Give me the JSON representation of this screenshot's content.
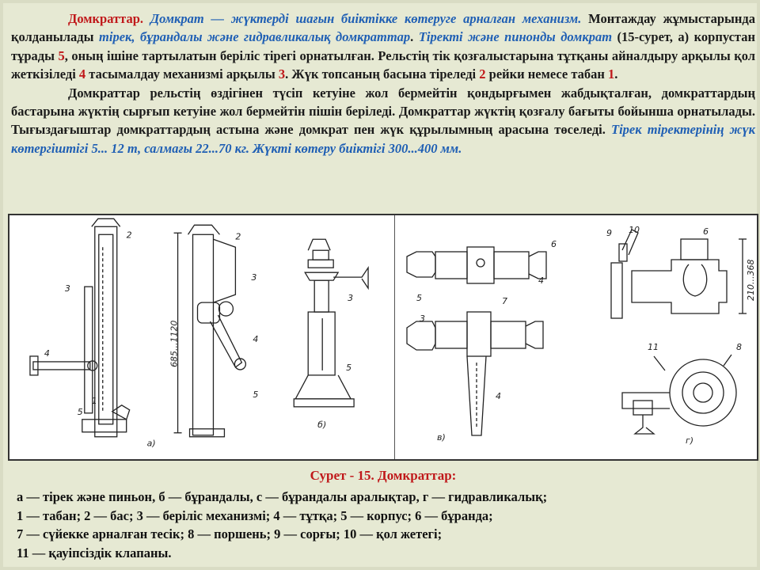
{
  "paragraph1": {
    "title": "Домкраттар.",
    "s1": " Домкрат — жүктерді шағын биіктікке көтеруге арналған механизм.",
    "s2a": " Монтаждау жұмыстарында қолданылады ",
    "s2b": "тірек, бұрандалы және гидравликалық домкраттар",
    "s2c": ". ",
    "s3a": "Тіректі және пинонды домкрат",
    "s3b": " (15-сурет, а) корпустан тұрады ",
    "n5": "5",
    "s3c": ", оның ішіне тартылатын беріліс тірегі орнатылған. Рельстің тік қозғалыстарына тұтқаны айналдыру арқылы қол жеткізіледі ",
    "n4": "4",
    "s3d": " тасымалдау механизмі арқылы ",
    "n3": "3",
    "s3e": ". Жүк топсаның басына тіреледі ",
    "n2": "2",
    "s3f": " рейки немесе табан ",
    "n1": "1",
    "s3g": "."
  },
  "paragraph2": {
    "s1": "Домкраттар рельстің өздігінен түсіп кетуіне жол бермейтін қондырғымен жабдықталған, домкраттардың бастарына жүктің сырғып кетуіне жол бермейтін пішін беріледі. Домкраттар жүктің қозғалу бағыты бойынша орнатылады. Тығыздағыштар домкраттардың астына және домкрат пен жүк құрылымның арасына төселеді. ",
    "s2": "Тірек тіректерінің жүк көтергіштігі 5... 12 т, салмағы 22...70 кг. Жүкті көтеру биіктігі 300...400 мм."
  },
  "figure": {
    "labels": {
      "a": "а)",
      "b": "б)",
      "v": "в)",
      "g": "г)",
      "n1": "1",
      "n2": "2",
      "n3": "3",
      "n4": "4",
      "n5": "5",
      "n6": "6",
      "n7": "7",
      "n8": "8",
      "n9": "9",
      "n10": "10",
      "n11": "11",
      "dim_a": "685...1120",
      "dim_g": "210...368"
    }
  },
  "caption": {
    "title": "Сурет - 15. Домкраттар:",
    "lines": [
      "а — тірек және пиньон, б — бұрандалы, с — бұрандалы аралықтар, г — гидравликалық;",
      "1 — табан; 2 — бас; 3 — беріліс механизмі; 4 — тұтқа; 5 — корпус; 6 — бұранда;",
      "7 — сүйекке арналған тесік; 8 — поршень; 9 — сорғы; 10 — қол жетегі;",
      "11 — қауіпсіздік клапаны."
    ]
  },
  "colors": {
    "red": "#c0181a",
    "blue": "#1f5fb4",
    "background": "#e6e9d3"
  }
}
